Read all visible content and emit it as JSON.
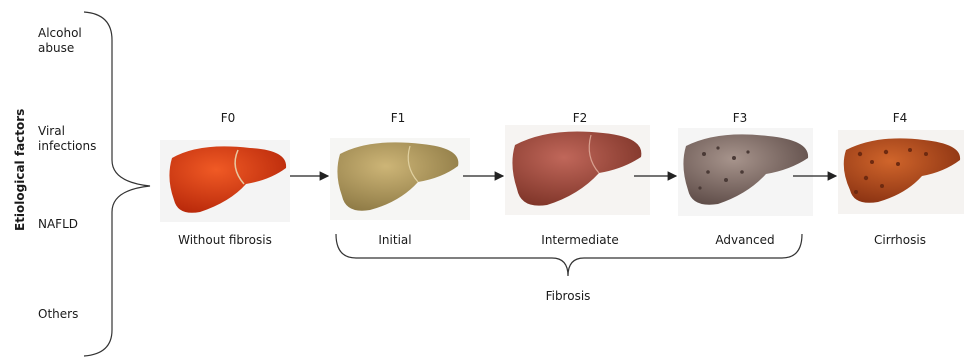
{
  "etiological": {
    "axis_label": "Etiological   factors",
    "items": [
      "Alcohol\nabuse",
      "Viral\ninfections",
      "NAFLD",
      "Others"
    ]
  },
  "stages": [
    {
      "code": "F0",
      "label": "Without fibrosis",
      "color": "#d83a10"
    },
    {
      "code": "F1",
      "label": "Initial",
      "color": "#b59a5a"
    },
    {
      "code": "F2",
      "label": "Intermediate",
      "color": "#a04a3a"
    },
    {
      "code": "F3",
      "label": "Advanced",
      "color": "#8a7570"
    },
    {
      "code": "F4",
      "label": "Cirrhosis",
      "color": "#b0461a"
    }
  ],
  "fibrosis_label": "Fibrosis"
}
